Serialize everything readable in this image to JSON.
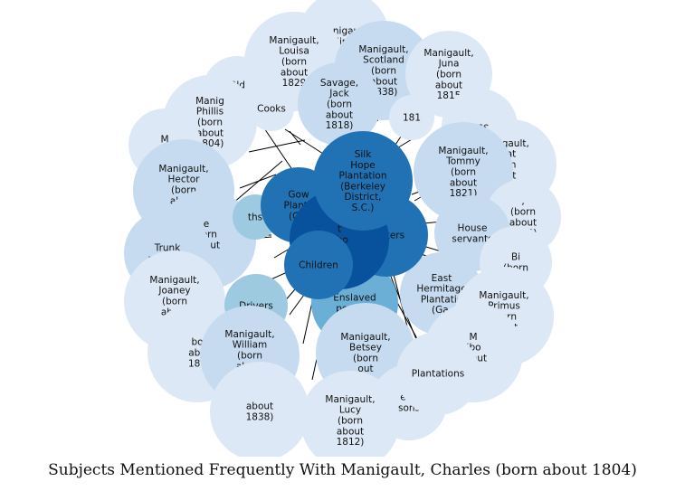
{
  "caption": "Subjects Mentioned Frequently With Manigault, Charles (born about 1804)",
  "colors": {
    "pale": "#dce8f5",
    "light": "#c6dbef",
    "mid": "#9ecae1",
    "medium": "#6baed6",
    "strong": "#2171b5",
    "deep": "#08519c",
    "line": "#000000"
  },
  "nodes": [
    {
      "name": "node-manigault-jim",
      "lines": [
        "Manigault,",
        "Jim"
      ],
      "tone": "pale"
    },
    {
      "name": "node-manigault-louisa",
      "lines": [
        "Manigault,",
        "Louisa",
        "(born",
        "about",
        "1829"
      ],
      "tone": "pale"
    },
    {
      "name": "node-manigault-scotland",
      "lines": [
        "Manigault,",
        "Scotland",
        "(born",
        "about",
        "1838)"
      ],
      "tone": "light"
    },
    {
      "name": "node-manigault-juna",
      "lines": [
        "Manigault,",
        "Juna",
        "(born",
        "about",
        "1815"
      ],
      "tone": "pale"
    },
    {
      "name": "node-old-age",
      "lines": [
        "Old",
        "age"
      ],
      "tone": "pale"
    },
    {
      "name": "node-cooks",
      "lines": [
        "Cooks"
      ],
      "tone": "pale"
    },
    {
      "name": "node-savage-jack",
      "lines": [
        "Savage,",
        "Jack",
        "(born",
        "about",
        "1818)"
      ],
      "tone": "light"
    },
    {
      "name": "node-181",
      "lines": [
        "181"
      ],
      "tone": "pale"
    },
    {
      "name": "node-overseers",
      "lines": [
        "Overseers"
      ],
      "tone": "pale"
    },
    {
      "name": "node-manigault-phillis",
      "lines": [
        "Manig",
        "Phillis",
        "(born",
        "about",
        "1804)"
      ],
      "tone": "pale"
    },
    {
      "name": "node-manigault-ca",
      "lines": [
        "M",
        "Ca"
      ],
      "tone": "pale"
    },
    {
      "name": "node-manigault-at",
      "lines": [
        "nigault,",
        "at",
        "rn",
        "ut",
        "36)"
      ],
      "tone": "pale"
    },
    {
      "name": "node-manigault-tommy",
      "lines": [
        "Manigault,",
        "Tommy",
        "(born",
        "about",
        "1821)"
      ],
      "tone": "light"
    },
    {
      "name": "node-manigault-hector",
      "lines": [
        "Manigault,",
        "Hector",
        "(born",
        "about",
        "1820)"
      ],
      "tone": "light"
    },
    {
      "name": "node-born-1813",
      "lines": [
        ",",
        "(born",
        "about",
        "1813)"
      ],
      "tone": "pale"
    },
    {
      "name": "node-born-1812-left",
      "lines": [
        "e",
        "born",
        "about",
        "2)"
      ],
      "tone": "light"
    },
    {
      "name": "node-trunk-minders",
      "lines": [
        "Trunk",
        "minders"
      ],
      "tone": "light"
    },
    {
      "name": "node-births",
      "lines": [
        "ths"
      ],
      "tone": "mid"
    },
    {
      "name": "node-house-servants",
      "lines": [
        "House",
        "servants"
      ],
      "tone": "light"
    },
    {
      "name": "node-bi-born",
      "lines": [
        "Bi",
        "(born"
      ],
      "tone": "pale"
    },
    {
      "name": "node-manigault-joaney",
      "lines": [
        "Manigault,",
        "Joaney",
        "(born",
        "about",
        "1818)"
      ],
      "tone": "pale"
    },
    {
      "name": "node-drivers",
      "lines": [
        "Drivers"
      ],
      "tone": "mid"
    },
    {
      "name": "node-east-hermitage",
      "lines": [
        "East",
        "Hermitage",
        "Plantatio",
        "(Ga."
      ],
      "tone": "light"
    },
    {
      "name": "node-manigault-primus",
      "lines": [
        "Manigault,",
        "Primus",
        "(born",
        "about",
        "1818)"
      ],
      "tone": "pale"
    },
    {
      "name": "node-abo-181",
      "lines": [
        "bo",
        "abo",
        "181"
      ],
      "tone": "pale"
    },
    {
      "name": "node-manigault-william",
      "lines": [
        "Manigault,",
        "William",
        "(born",
        "about",
        "1830)"
      ],
      "tone": "light"
    },
    {
      "name": "node-enslaved-persons",
      "lines": [
        "Enslaved",
        "persons"
      ],
      "tone": "medium"
    },
    {
      "name": "node-manigault-betsey",
      "lines": [
        "Manigault,",
        "Betsey",
        "(born",
        "out"
      ],
      "tone": "light"
    },
    {
      "name": "node-m-bo-about",
      "lines": [
        "M",
        "(bo",
        "about",
        ")"
      ],
      "tone": "pale"
    },
    {
      "name": "node-about-1838",
      "lines": [
        "about",
        "1838)"
      ],
      "tone": "pale"
    },
    {
      "name": "node-freed-persons",
      "lines": [
        "eed",
        "sons"
      ],
      "tone": "pale"
    },
    {
      "name": "node-plantations",
      "lines": [
        "Plantations"
      ],
      "tone": "pale"
    },
    {
      "name": "node-manigault-lucy",
      "lines": [
        "Manigault,",
        "Lucy",
        "(born",
        "about",
        "1812)"
      ],
      "tone": "pale"
    },
    {
      "name": "node-gowrie-plantation",
      "lines": [
        "Gow",
        "Planta",
        "(Ga."
      ],
      "tone": "strong"
    },
    {
      "name": "node-carpenters",
      "lines": [
        "penters"
      ],
      "tone": "strong"
    },
    {
      "name": "node-manigault-charles-center",
      "lines": [
        "t",
        "abo",
        "4)"
      ],
      "tone": "deep"
    },
    {
      "name": "node-children",
      "lines": [
        "Children"
      ],
      "tone": "strong"
    },
    {
      "name": "node-silk-hope-plantation",
      "lines": [
        "Silk",
        "Hope",
        "Plantation",
        "(Berkeley",
        "District,",
        "S.C.)"
      ],
      "tone": "strong"
    }
  ]
}
